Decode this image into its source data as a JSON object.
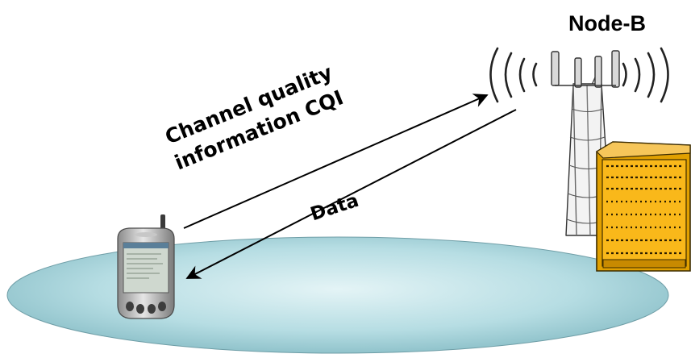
{
  "diagram": {
    "node_label": "Node-B",
    "uplink_label_line1": "Channel quality",
    "uplink_label_line2": "information CQI",
    "downlink_label": "Data",
    "colors": {
      "cell_fill_light": "#d8eef1",
      "cell_fill_dark": "#8ec3cb",
      "cell_edge": "#5f8f99",
      "cabinet_fill": "#f8b400",
      "tower_fill": "#f2f2f2",
      "arrow": "#000000"
    },
    "icons": {
      "terminal": "pda-phone-icon",
      "base_station": "cell-tower-icon",
      "equipment": "equipment-cabinet-icon"
    }
  }
}
